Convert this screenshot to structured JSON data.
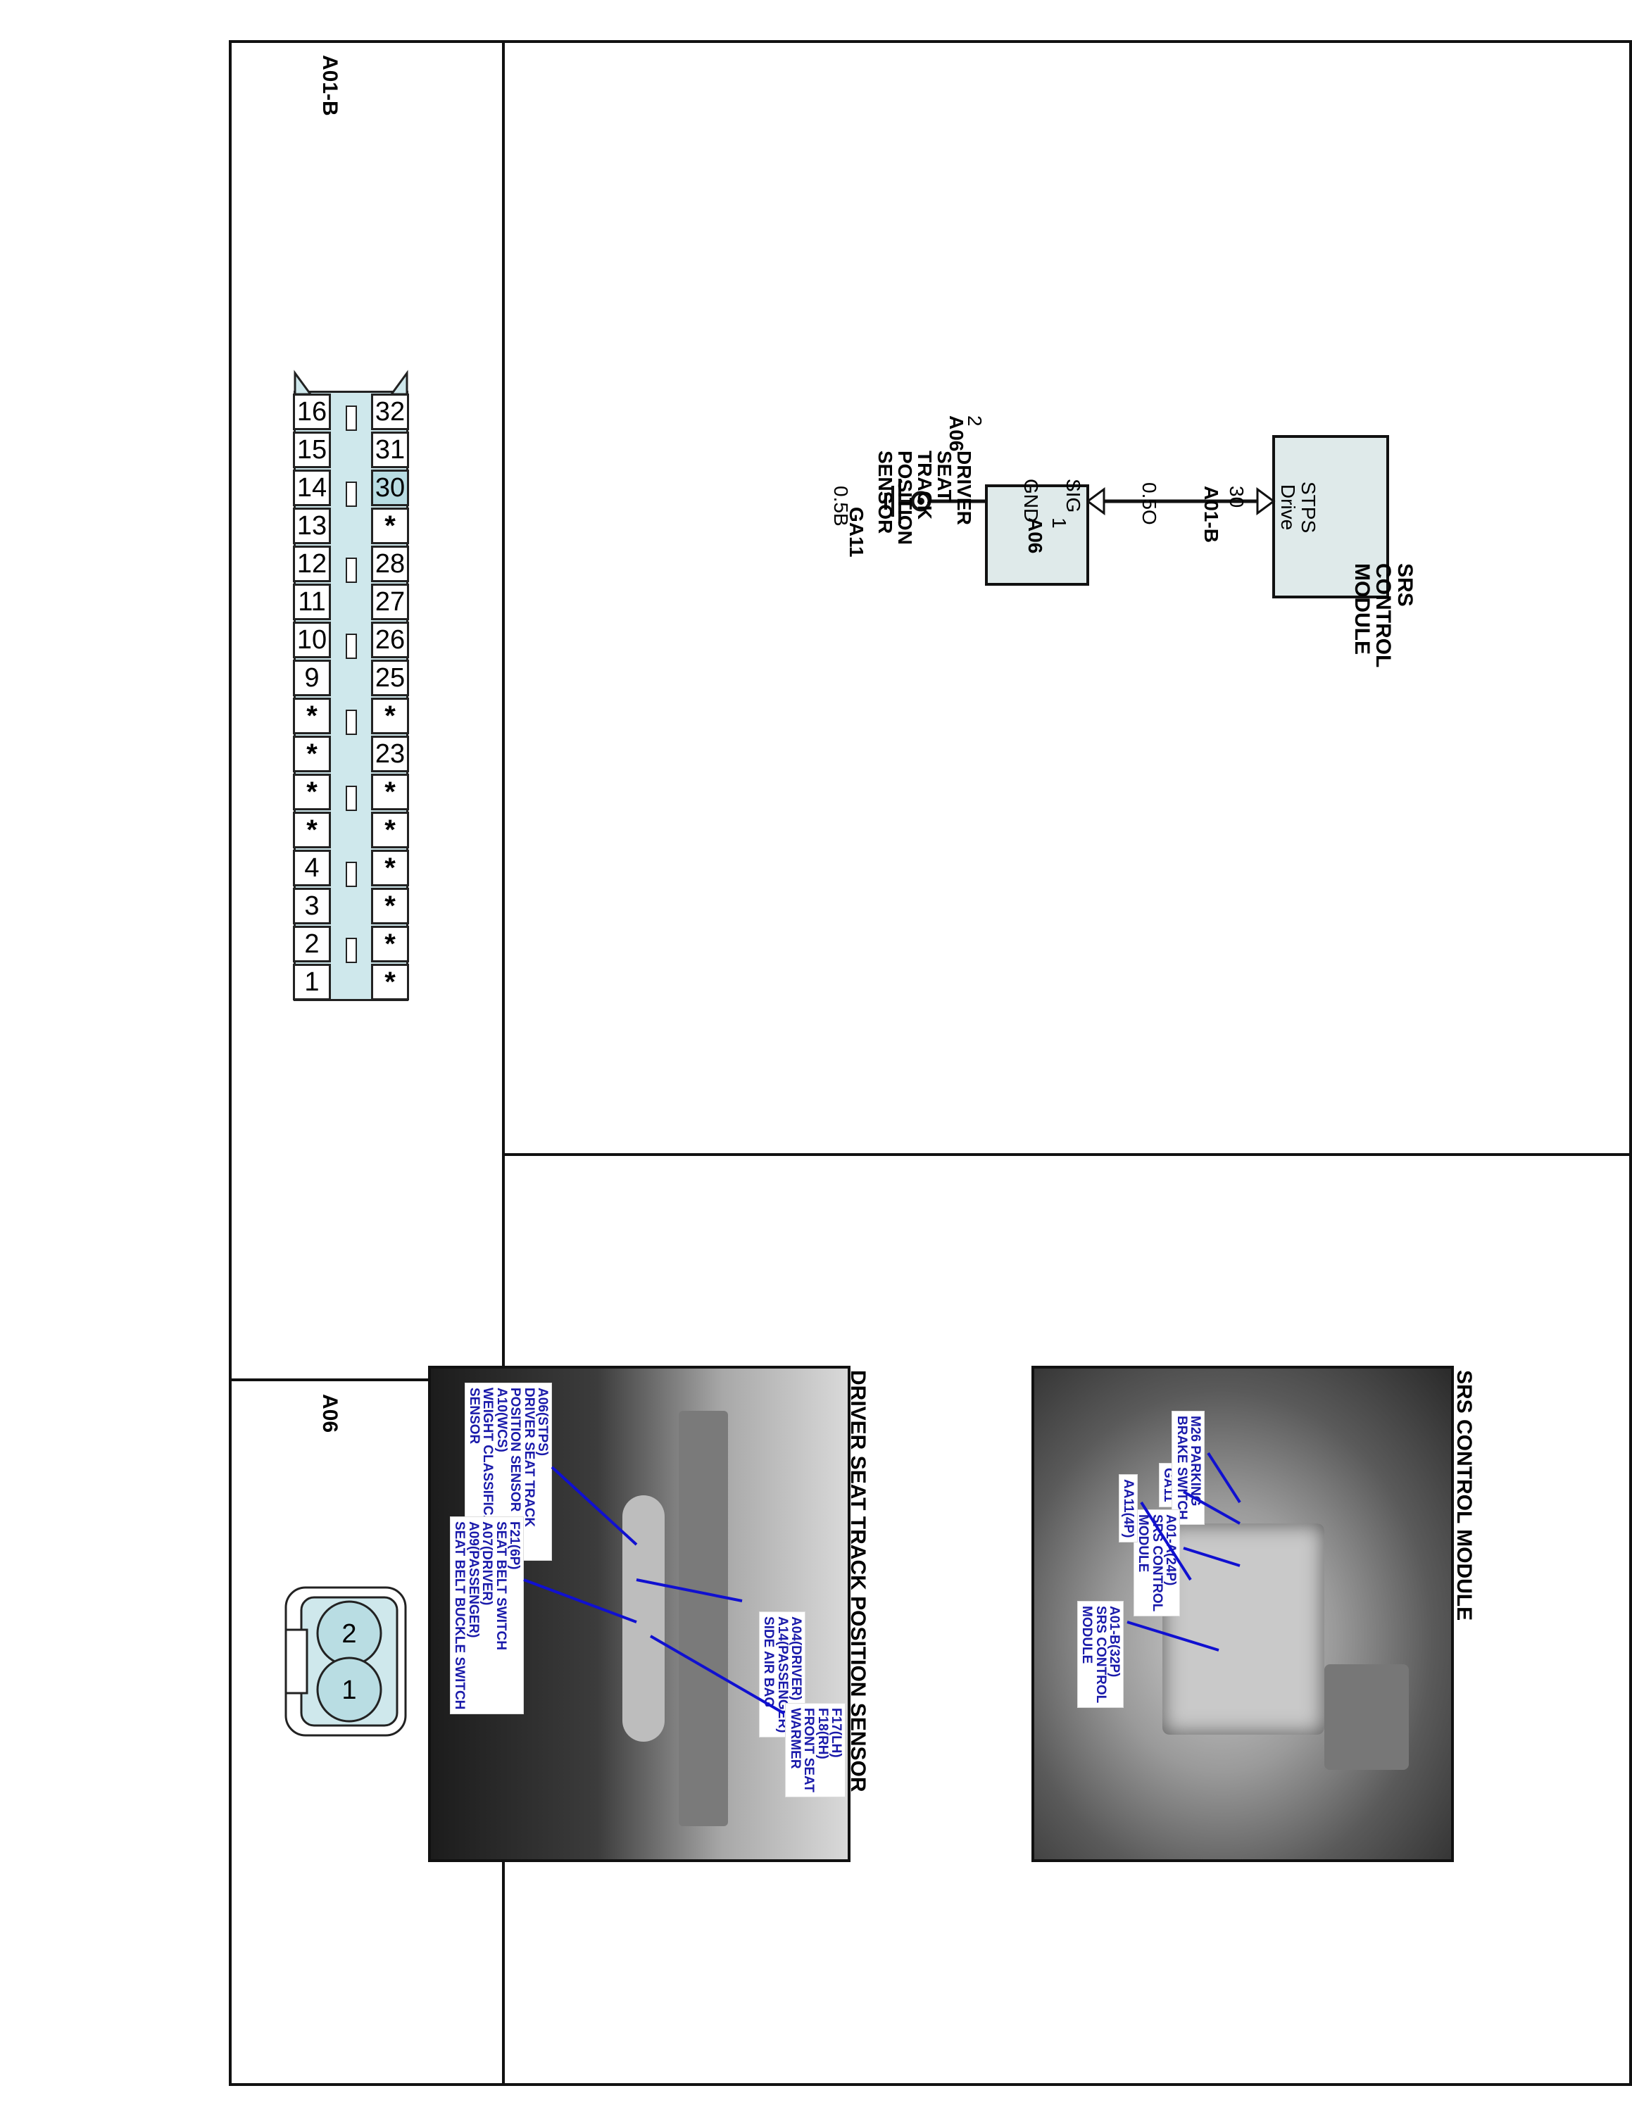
{
  "schematic": {
    "module": {
      "name_lines": [
        "SRS",
        "CONTROL",
        "MODULE"
      ],
      "pin_function_lines": [
        "STPS",
        "Drive"
      ],
      "pin": "30",
      "connector": "A01-B"
    },
    "wire_top": "0.5O",
    "sensor": {
      "name_lines": [
        "DRIVER",
        "SEAT",
        "TRACK",
        "POSITION",
        "SENSOR"
      ],
      "pin_sig": "SIG",
      "pin_gnd": "GND",
      "pin_sig_no": "1",
      "pin_gnd_no": "2",
      "connector_top": "A06",
      "connector_bottom": "A06"
    },
    "wire_bottom": "0.5B",
    "ground": "GA11"
  },
  "connectors": {
    "a01b": {
      "title": "A01-B",
      "top_row": [
        "1",
        "2",
        "3",
        "4",
        "*",
        "*",
        "*",
        "*",
        "9",
        "10",
        "11",
        "12",
        "13",
        "14",
        "15",
        "16"
      ],
      "bottom_row": [
        "*",
        "*",
        "*",
        "*",
        "*",
        "*",
        "23",
        "*",
        "25",
        "26",
        "27",
        "28",
        "*",
        "30",
        "31",
        "32"
      ],
      "highlight_pin": "30"
    },
    "a06": {
      "title": "A06",
      "pins": [
        "1",
        "2"
      ]
    }
  },
  "photos": {
    "srs": {
      "title": "SRS CONTROL MODULE",
      "callouts": {
        "ga11": "GA11",
        "m26": "M26 PARKING\nBRAKE SWITCH",
        "a01a": "A01-A(24P)\nSRS CONTROL\nMODULE",
        "aa11": "AA11(4P)",
        "a01b": "A01-B(32P)\nSRS CONTROL\nMODULE"
      }
    },
    "stps": {
      "title": "DRIVER SEAT TRACK POSITION SENSOR",
      "callouts": {
        "a06": "A06(STPS)\nDRIVER SEAT TRACK\nPOSITION SENSOR\nA10(WCS)\nWEIGHT CLASSIFICATION\nSENSOR",
        "a04": "A04(DRIVER)\nA14(PASSENGER)\nSIDE AIR BAG",
        "f21": "F21(6P)\nSEAT BELT SWITCH\nA07(DRIVER)\nA09(PASSENGER)\nSEAT BELT BUCKLE SWITCH",
        "f17": "F17(LH)\nF18(RH)\nFRONT SEAT\nWARMER"
      }
    }
  },
  "colors": {
    "module_fill": "#dfeaea",
    "connector_fill": "#cfe8ec",
    "highlight": "#b9dde3",
    "callout_text": "#1a1aaa",
    "arrow": "#1010d0"
  }
}
